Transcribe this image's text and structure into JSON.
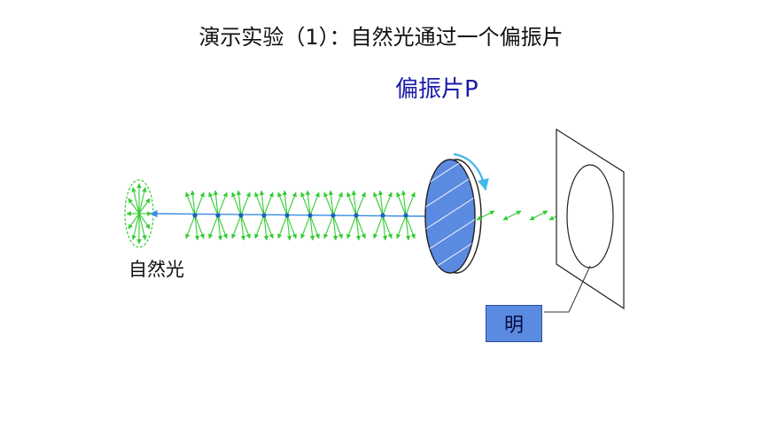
{
  "title": "演示实验（1）：自然光通过一个偏振片",
  "polarizer_label": "偏振片P",
  "natural_light_label": "自然光",
  "result_label": "明",
  "colors": {
    "arrow_green": "#33cc33",
    "beam_blue": "#3a8ee0",
    "dot_blue": "#1f5fbf",
    "polarizer_fill": "#5b8be0",
    "rotation_arrow": "#44b8e8",
    "label_blue": "#1a1aa8",
    "box_fill": "#5b8be0"
  }
}
